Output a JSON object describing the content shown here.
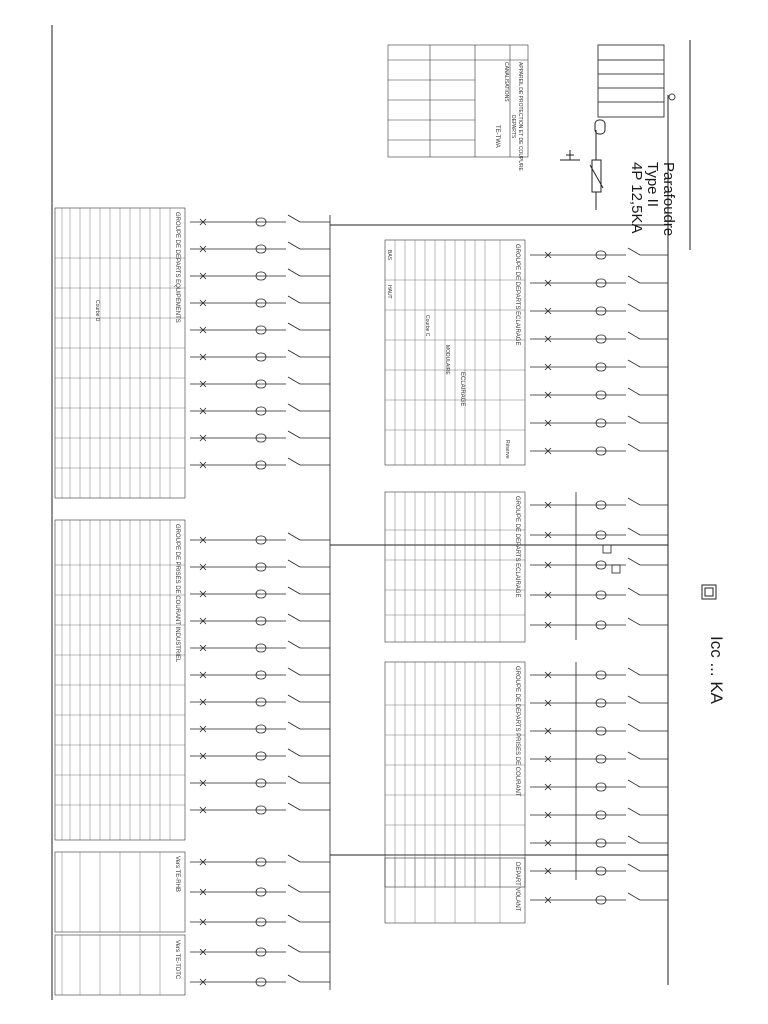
{
  "surge_arrester": {
    "lines": [
      "Parafoudre",
      "Type II",
      "4P 12,5KA"
    ]
  },
  "short_circuit_label": "Icc ... KA",
  "tables": {
    "top_right_headers": [
      "APPAREIL DE PROTECTION ET DE COUPURE",
      "DEPARTS",
      "CANALISATIONS"
    ],
    "top_right_value": "TE-TWA",
    "eclairage_ateliers": "GROUPE DE DEPARTS ECLAIRAGE",
    "eclairage_ateliers_sub": "ECLAIRAGE",
    "eclairage_2": "GROUPE DE DEPARTS ECLAIRAGE",
    "prises_courant": "GROUPE DE DEPARTS PRISES DE COURANT",
    "prises_industriel": "GROUPE DE PRISES DE COURANT INDUSTRIEL",
    "equipements": "GROUPE DE DEPARTS EQUIPEMENTS",
    "vers_1": "Vers TE-RHB",
    "vers_2": "Vers TE-TDTC",
    "depart_volant": "DEPART VOLANT"
  },
  "row_values": {
    "haut": "HAUT",
    "bas": "BAS",
    "reserve": "Réserve",
    "courbe_c": "Courbe C",
    "courbe_d": "Courbe D",
    "modulaire": "MODULAIRE"
  }
}
